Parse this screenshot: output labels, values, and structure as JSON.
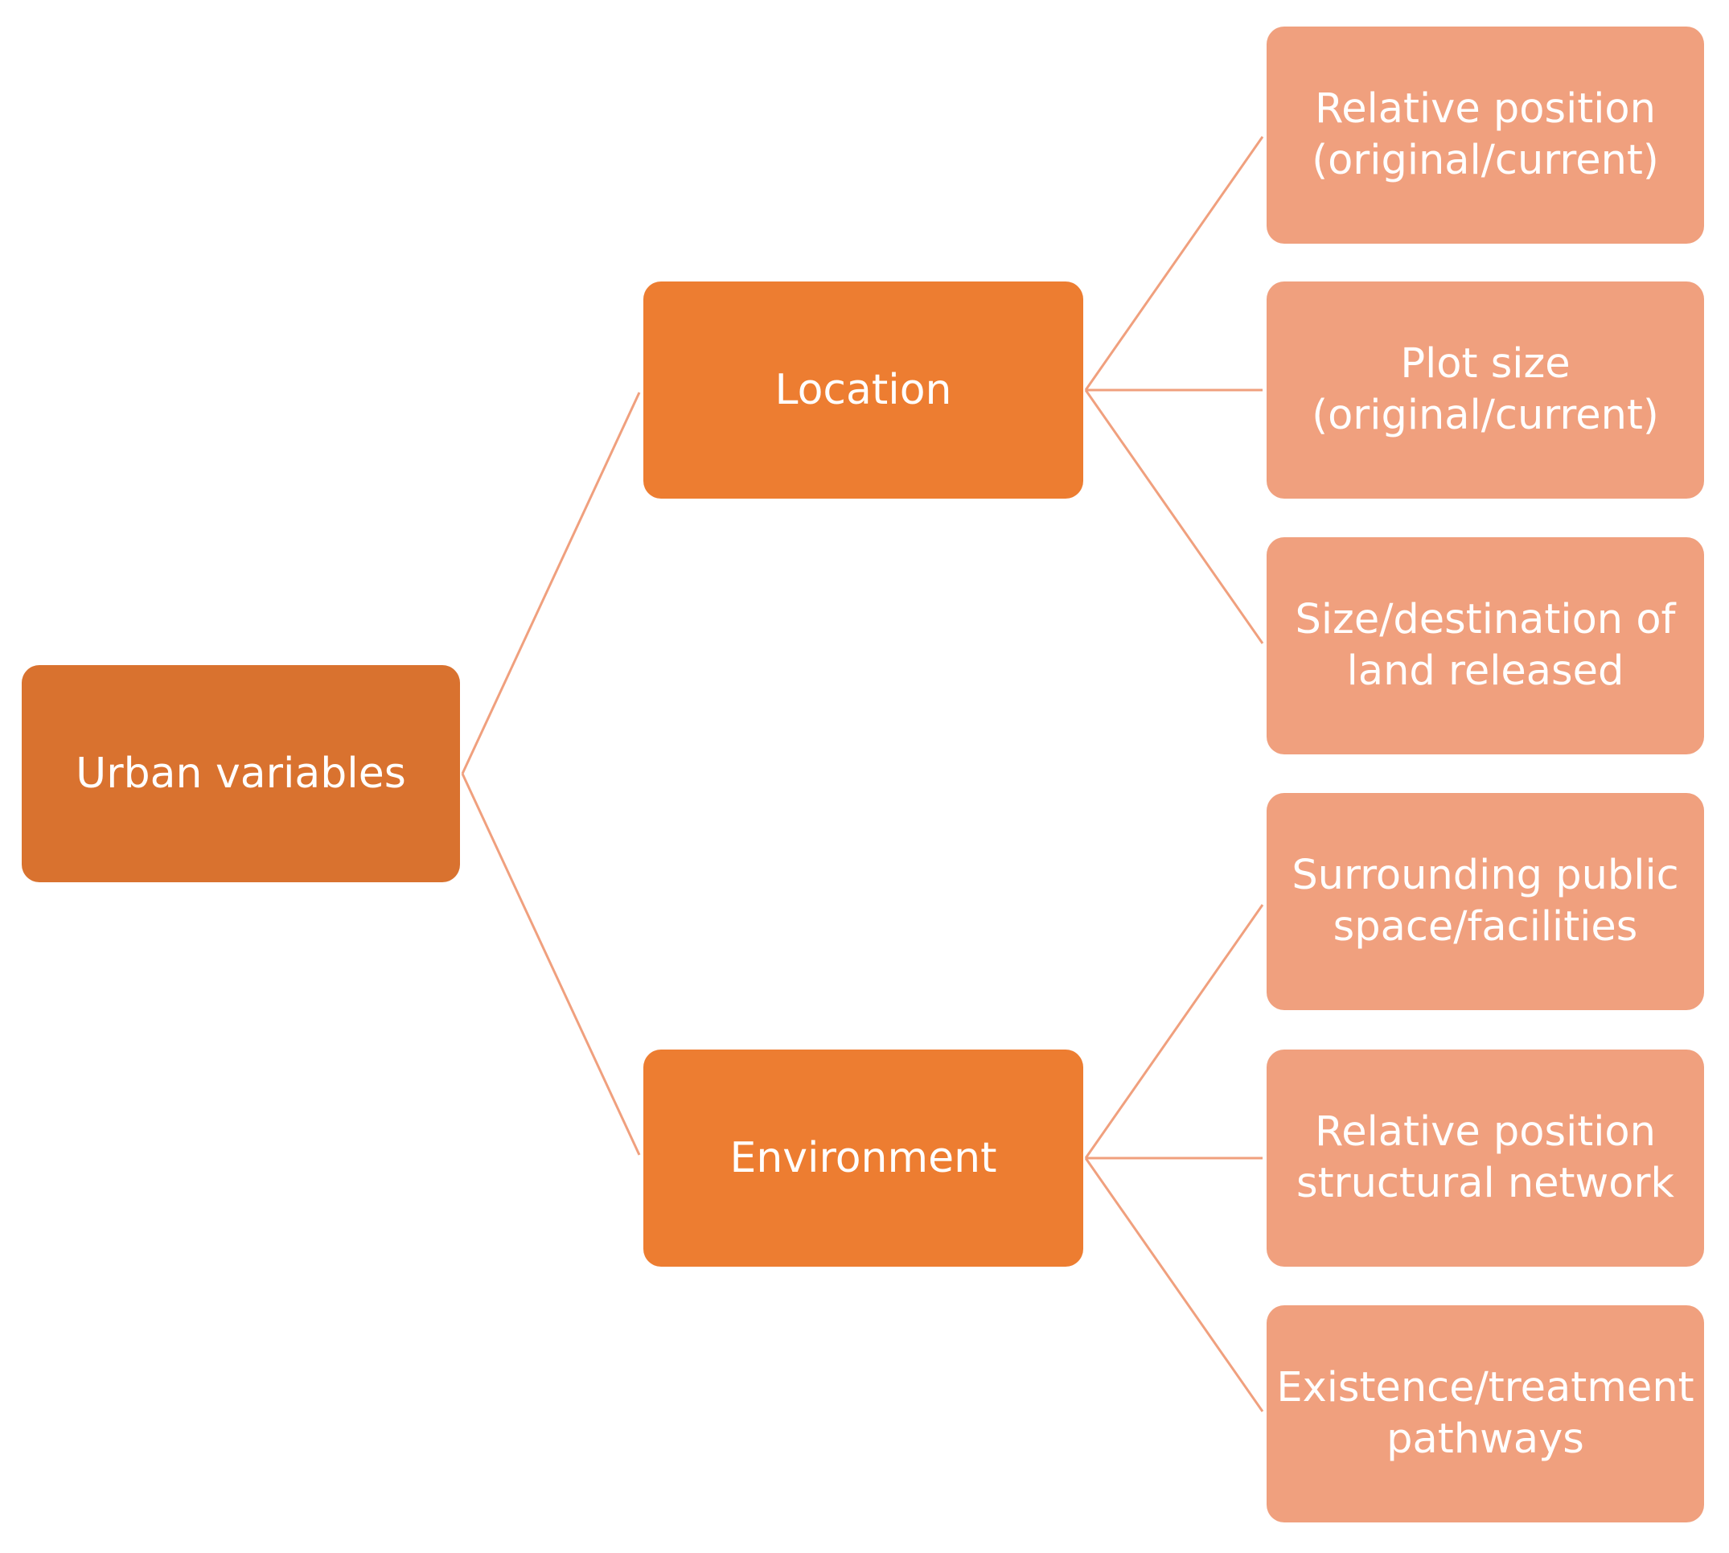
{
  "colors": {
    "root": "#d9722f",
    "branch": "#ed7d31",
    "leaf": "#f0a07e",
    "connector": "#f0a07e"
  },
  "root": {
    "label": "Urban variables"
  },
  "branches": [
    {
      "label": "Location",
      "leaves": [
        {
          "label": "Relative position\n(original/current)"
        },
        {
          "label": "Plot size\n(original/current)"
        },
        {
          "label": "Size/destination of\nland released"
        }
      ]
    },
    {
      "label": "Environment",
      "leaves": [
        {
          "label": "Surrounding public\nspace/facilities"
        },
        {
          "label": "Relative position\nstructural network"
        },
        {
          "label": "Existence/treatment\npathways"
        }
      ]
    }
  ]
}
